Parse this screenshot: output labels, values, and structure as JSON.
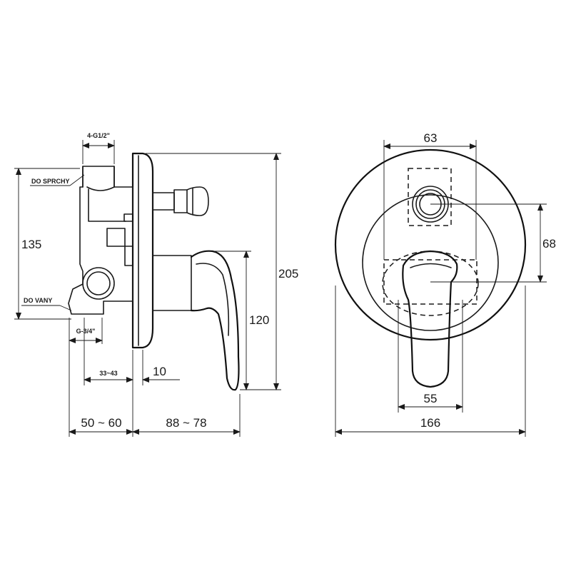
{
  "side_view": {
    "labels": {
      "inlet_thread": "4-G1/2\"",
      "to_shower": "DO SPRCHY",
      "to_bath": "DO VANY",
      "outlet_thread": "G-3/4\"",
      "height_inlet": "135",
      "total_height": "205",
      "lever_height": "120",
      "range_depth": "33~43",
      "plate_thickness": "10",
      "body_depth": "50 ~ 60",
      "lever_depth": "88 ~ 78"
    }
  },
  "front_view": {
    "labels": {
      "cover_width": "63",
      "cover_height": "68",
      "lever_width": "55",
      "plate_diameter": "166"
    }
  }
}
